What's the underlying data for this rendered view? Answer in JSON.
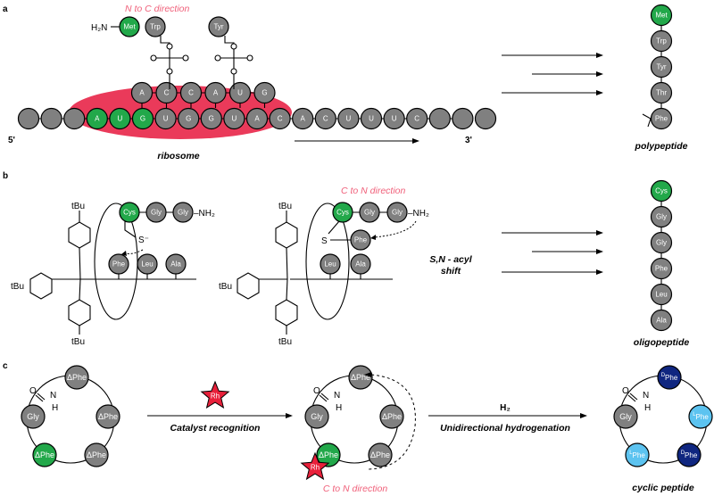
{
  "panels": {
    "a": "a",
    "b": "b",
    "c": "c"
  },
  "panel_a": {
    "direction": "N to C direction",
    "h2n": "H₂N",
    "trna": [
      "Met",
      "Trp",
      "Tyr"
    ],
    "anticodons": [
      "A",
      "C",
      "C",
      "A",
      "U",
      "G"
    ],
    "mrna_labeled": [
      "A",
      "U",
      "G",
      "U",
      "G",
      "G",
      "U",
      "A",
      "C",
      "A",
      "C",
      "U",
      "U",
      "U",
      "C"
    ],
    "five_prime": "5'",
    "three_prime": "3'",
    "ribosome": "ribosome",
    "product_beads": [
      "Met",
      "Trp",
      "Tyr",
      "Thr",
      "Phe"
    ],
    "product": "polypeptide"
  },
  "panel_b": {
    "chain1": [
      "Cys",
      "Gly",
      "Gly"
    ],
    "nh2": "–NH₂",
    "s_minus": "S⁻",
    "s": "S",
    "beads1": [
      "Phe",
      "Leu",
      "Ala"
    ],
    "beads2": [
      "Leu",
      "Ala"
    ],
    "tbu": "tBu",
    "direction": "C to N direction",
    "chain2": [
      "Cys",
      "Gly",
      "Gly"
    ],
    "phe_side": "Phe",
    "shift": [
      "S,N - acyl",
      "shift"
    ],
    "product_beads": [
      "Cys",
      "Gly",
      "Gly",
      "Phe",
      "Leu",
      "Ala"
    ],
    "product": "oligopeptide"
  },
  "panel_c": {
    "o": "O",
    "n": "N",
    "h": "H",
    "ring1": [
      "ΔPhe",
      "ΔPhe",
      "ΔPhe",
      "ΔPhe",
      "Gly"
    ],
    "rh": "Rh",
    "catalyst": "Catalyst recognition",
    "ring2": [
      "ΔPhe",
      "ΔPhe",
      "ΔPhe",
      "ΔPhe",
      "Gly"
    ],
    "direction": "C to N direction",
    "h2": "H₂",
    "hydrogenation": "Unidirectional hydrogenation",
    "ring3_d_prefix": "D",
    "ring3_l_prefix": "L",
    "ring3_word": "Phe",
    "ring3_gly": "Gly",
    "product": "cyclic peptide"
  },
  "colors": {
    "gray": "#808080",
    "green": "#22a84a",
    "navy": "#0f2680",
    "light_blue": "#5cc3f0",
    "ribosome": "#ea3a5a",
    "pink_text": "#f0607a",
    "rh_star": "#e8203a"
  }
}
